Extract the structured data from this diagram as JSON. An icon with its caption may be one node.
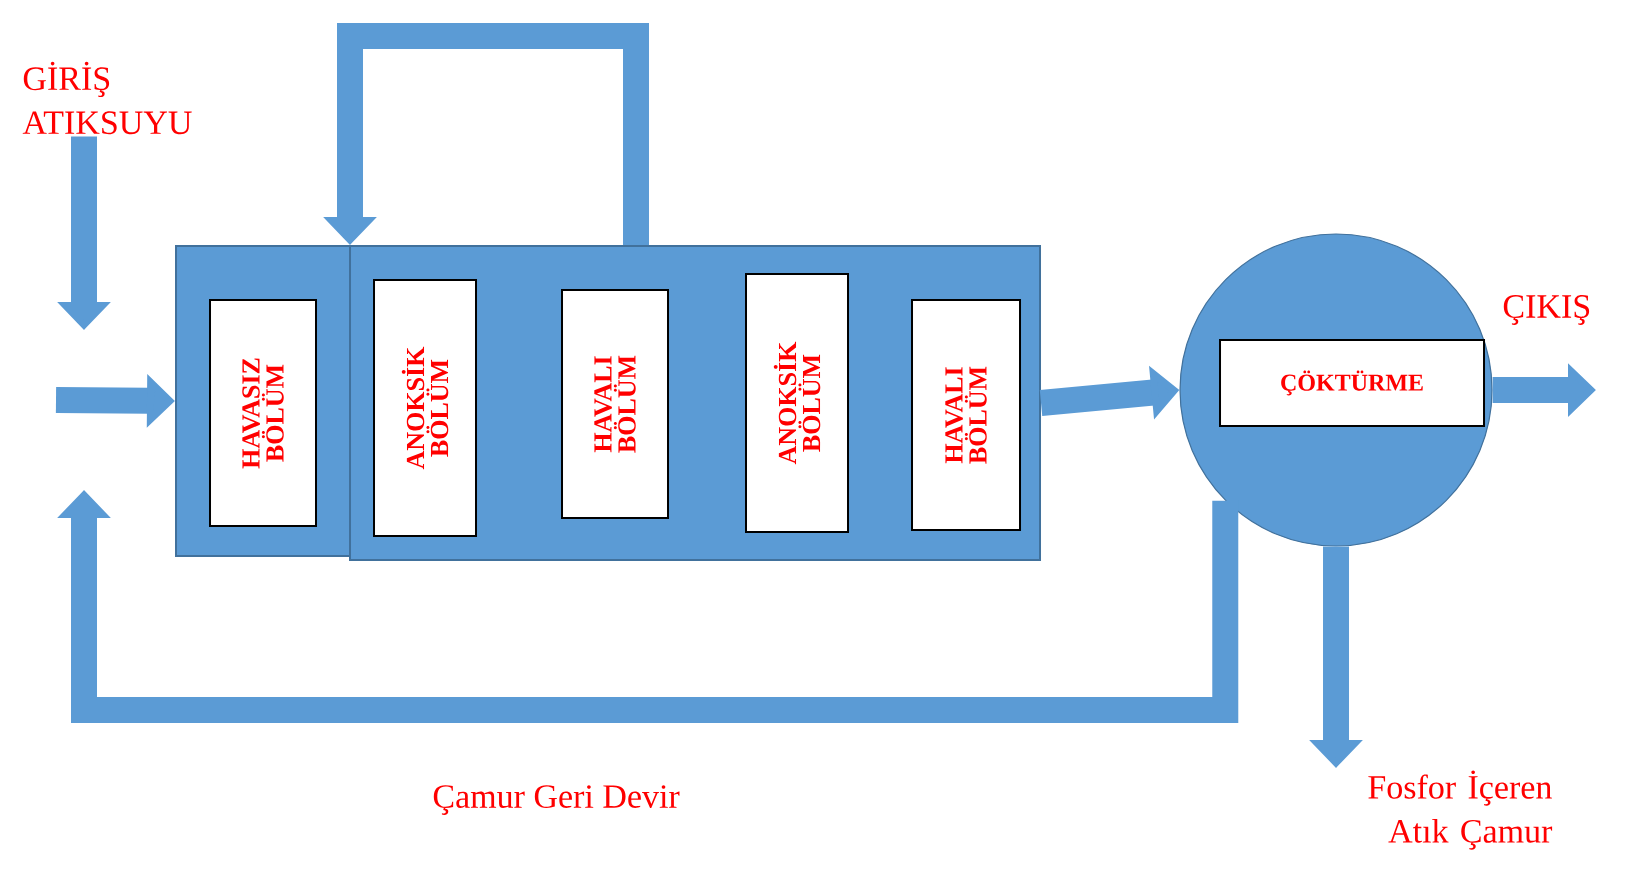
{
  "diagram": {
    "nodes": [
      {
        "text": [],
        "shape": "box"
      },
      {
        "text": [
          "HAVASIZ BÖLÜM"
        ],
        "in": 0
      },
      {
        "text": [],
        "shape": "box"
      },
      {
        "text": [
          "ANOKSİK BÖLÜM"
        ],
        "in": 2
      },
      {
        "text": [
          "HAVALI BÖLÜM"
        ],
        "in": 2
      },
      {
        "text": [
          "ANOKSİK BÖLÜM"
        ],
        "in": 2
      },
      {
        "text": [
          "HAVALI BÖLÜM"
        ],
        "in": 2
      },
      {
        "text": [],
        "shape": "circle"
      },
      {
        "text": [
          "ÇÖKTÜRME"
        ],
        "in": 7
      },
      {
        "text": [
          "GİRİŞ ATIKSUYU"
        ]
      },
      {
        "text": [
          "Fosfor İçeren Atık Çamur"
        ]
      }
    ],
    "edges": [
      {
        "from": 9,
        "to": null,
        "arrow": "to"
      },
      {
        "from": null,
        "to": 0,
        "arrow": "to"
      },
      {
        "from": 2,
        "to": 0,
        "arrow": "to"
      },
      {
        "from": 2,
        "to": 7,
        "arrow": "to"
      },
      {
        "from": 7,
        "to": null,
        "arrow": "to"
      },
      {
        "from": 7,
        "to": 10,
        "arrow": "to"
      },
      {
        "from": 7,
        "to": null,
        "arrow": "to"
      }
    ],
    "labels": [
      "ÇIKIŞ",
      "Çamur Geri Devir"
    ]
  }
}
